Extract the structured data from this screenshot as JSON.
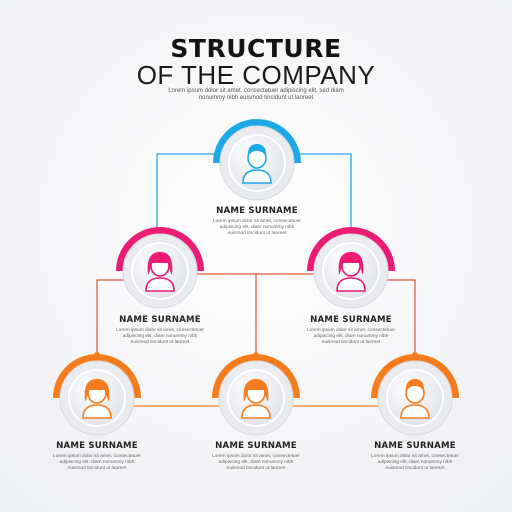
{
  "header": {
    "title_line1": "STRUCTURE",
    "title_line2": "OF THE COMPANY",
    "subtitle": "Lorem ipsum dolor sit amet, consectetuer adipiscing elit, sed diam nonummy nibh euismod tincidunt ut laoreet"
  },
  "colors": {
    "top": "#1fa8e8",
    "middle": "#ec1c74",
    "bottom": "#f57c1c",
    "line_top": "#2aa7e6",
    "line_lower": "#e2553a"
  },
  "nodes": [
    {
      "name": "NAME SURNAME",
      "desc": "Lorem ipsum dolor sit amet, consectetuer adipiscing elit, diam nonummy nibh euismod tincidunt ut laoreet"
    },
    {
      "name": "NAME SURNAME",
      "desc": "Lorem ipsum dolor sit amet, consectetuer adipiscing elit, diam nonummy nibh euismod tincidunt ut laoreet"
    },
    {
      "name": "NAME SURNAME",
      "desc": "Lorem ipsum dolor sit amet, consectetuer adipiscing elit, diam nonummy nibh euismod tincidunt ut laoreet"
    },
    {
      "name": "NAME SURNAME",
      "desc": "Lorem ipsum dolor sit amet, consectetuer adipiscing elit, diam nonummy nibh euismod tincidunt ut laoreet"
    },
    {
      "name": "NAME SURNAME",
      "desc": "Lorem ipsum dolor sit amet, consectetuer adipiscing elit, diam nonummy nibh euismod tincidunt ut laoreet"
    },
    {
      "name": "NAME SURNAME",
      "desc": "Lorem ipsum dolor sit amet, consectetuer adipiscing elit, diam nonummy nibh euismod tincidunt ut laoreet"
    }
  ],
  "icons": [
    "person-icon"
  ]
}
